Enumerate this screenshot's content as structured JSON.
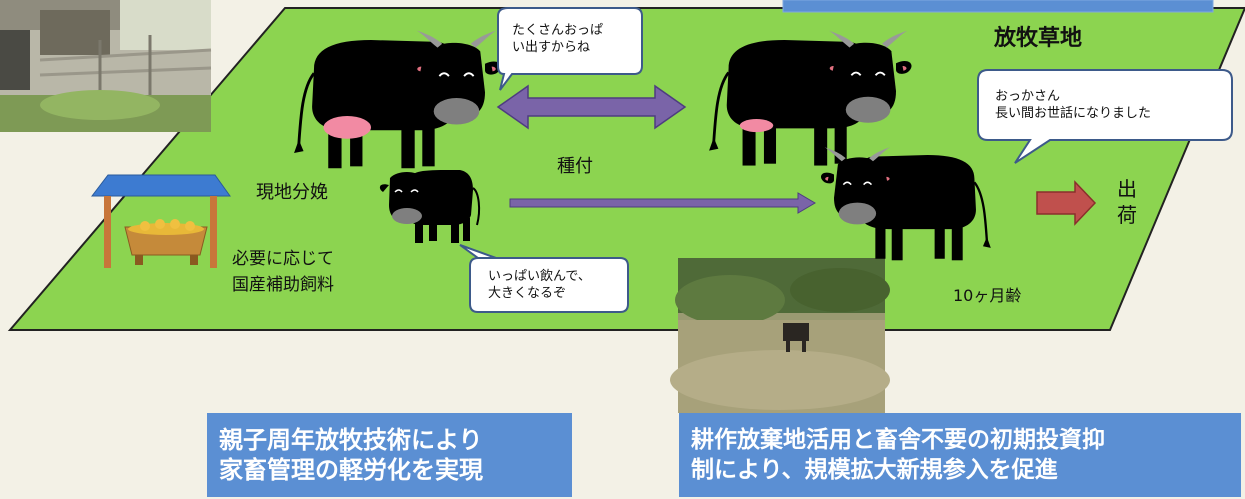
{
  "field": {
    "title": "放牧草地"
  },
  "labels": {
    "birth": "現地分娩",
    "breeding": "種付",
    "supplement": "必要に応じて\n国産補助飼料",
    "age": "10ヶ月齢",
    "shipping": "出\n荷"
  },
  "bubbles": {
    "mother": "たくさんおっぱ\nい出すからね",
    "calf": "いっぱい飲んで、\n大きくなるぞ",
    "shipped": "おっかさん\n長い間お世話になりました"
  },
  "summary": {
    "left": "親子周年放牧技術により\n家畜管理の軽労化を実現",
    "right": "耕作放棄地活用と畜舎不要の初期投資抑\n制により、規模拡大新規参入を促進"
  },
  "colors": {
    "field": "#8cd450",
    "summary_box": "#5b8fd3",
    "arrow_purple": "#7a64a8",
    "arrow_red": "#c0504d",
    "cow": "#000000",
    "udder": "#f28aa3"
  }
}
